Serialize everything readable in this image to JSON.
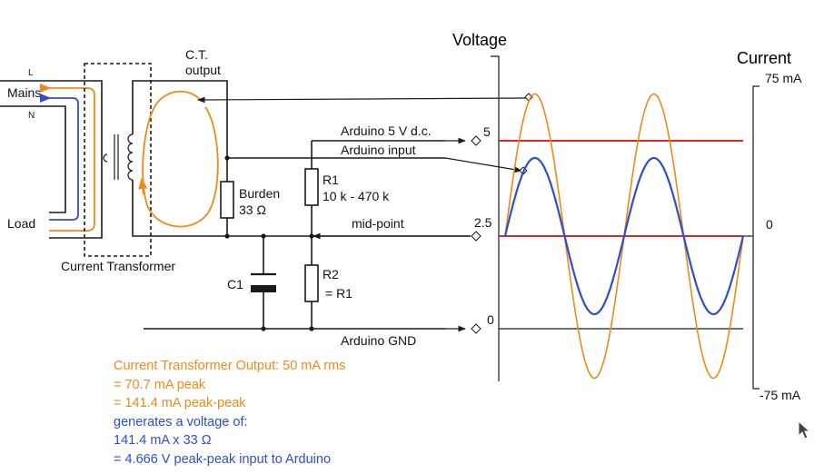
{
  "colors": {
    "voltage": "#2e4fc8",
    "current": "#ee8a1a",
    "limit": "#d42a2a",
    "wire": "#1a1a1a",
    "note_orange": "#ee8a1a",
    "note_blue": "#2e4fc8"
  },
  "labels": {
    "line_l": "L",
    "mains": "Mains",
    "line_n": "N",
    "load": "Load",
    "ct_output_1": "C.T.",
    "ct_output_2": "output",
    "current_transformer": "Current Transformer",
    "burden_1": "Burden",
    "burden_2": "33 Ω",
    "r1_1": "R1",
    "r1_2": "10 k - 470 k",
    "r2_1": "R2",
    "r2_2": "= R1",
    "c1": "C1",
    "arduino_5v": "Arduino 5 V d.c.",
    "arduino_input": "Arduino input",
    "mid_point": "mid-point",
    "arduino_gnd": "Arduino GND"
  },
  "voltage_axis": {
    "title": "Voltage",
    "ticks": [
      "5",
      "2.5",
      "0"
    ]
  },
  "current_axis": {
    "title": "Current",
    "ticks": [
      "75 mA",
      "0",
      "-75 mA"
    ]
  },
  "waveforms": {
    "cycles": 2,
    "current_peak_ma": 70.7,
    "voltage_peak_of_range": 0.467,
    "upper_limit_volts": 5,
    "mid_point_volts": 2.5
  },
  "notes": [
    {
      "text": "Current Transformer Output: 50 mA rms",
      "color": "orange"
    },
    {
      "text": "= 70.7 mA peak",
      "color": "orange"
    },
    {
      "text": "= 141.4 mA peak-peak",
      "color": "orange"
    },
    {
      "text": "generates a voltage of:",
      "color": "blue"
    },
    {
      "text": "141.4 mA x 33 Ω",
      "color": "blue"
    },
    {
      "text": "= 4.666 V peak-peak input to Arduino",
      "color": "blue"
    }
  ],
  "icons": {
    "cursor": "mouse-pointer-icon",
    "terminal": "terminal-diamond-icon",
    "arrow": "arrowhead-icon"
  }
}
